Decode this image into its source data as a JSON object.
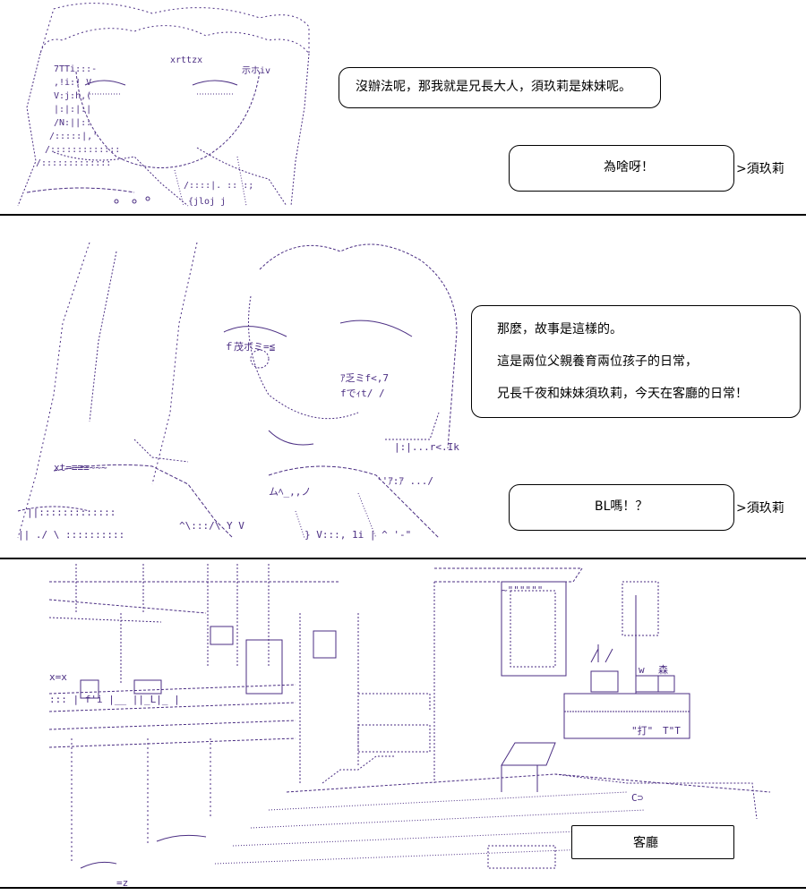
{
  "panel1": {
    "speech_main": "沒辦法呢，那我就是兄長大人，須玖莉是妹妹呢。",
    "speech_reply": "為啥呀！",
    "reply_speaker": ">須玖莉",
    "art_mouth_text": "示ホiv",
    "art_hair_text": "xrttzx"
  },
  "panel2": {
    "narration": [
      "那麼，故事是這樣的。",
      "這是兩位父親養育兩位孩子的日常，",
      "兄長千夜和妹妹須玖莉，今天在客廳的日常！"
    ],
    "speech_reply": "BL嗎！？",
    "reply_speaker": ">須玖莉",
    "art_text_a": "ｆ茂ボミ=≦",
    "art_text_b": "ｱ乏ミf<,7",
    "art_text_c": "fでｨt/ /",
    "art_text_d": "ムﾍ_,,ノ"
  },
  "panel3": {
    "location_sign": "客廳",
    "shelf_label_w": "w",
    "shelf_label_forest": "森",
    "shelf_label_hit": "\"打\"",
    "shelf_label_t": "T\"T",
    "dots_label": "C⊃"
  },
  "colors": {
    "line": "#000000",
    "art": "#4b2e83",
    "background": "#ffffff"
  }
}
